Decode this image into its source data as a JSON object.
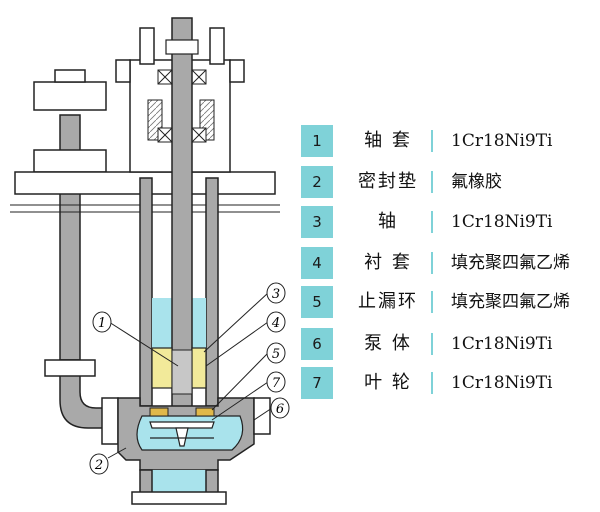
{
  "callouts": [
    "1",
    "2",
    "3",
    "4",
    "5",
    "6",
    "7"
  ],
  "parts": [
    {
      "no": "1",
      "name": "轴  套",
      "material": "1Cr18Ni9Ti",
      "cn": false
    },
    {
      "no": "2",
      "name": "密封垫",
      "material": "氟橡胶",
      "cn": true
    },
    {
      "no": "3",
      "name": "轴",
      "material": "1Cr18Ni9Ti",
      "cn": false
    },
    {
      "no": "4",
      "name": "衬  套",
      "material": "填充聚四氟乙烯",
      "cn": true
    },
    {
      "no": "5",
      "name": "止漏环",
      "material": "填充聚四氟乙烯",
      "cn": true
    },
    {
      "no": "6",
      "name": "泵  体",
      "material": "1Cr18Ni9Ti",
      "cn": false
    },
    {
      "no": "7",
      "name": "叶  轮",
      "material": "1Cr18Ni9Ti",
      "cn": false
    }
  ],
  "colors": {
    "badge": "#7fd2d8",
    "metal": "#a9a9a9",
    "liquid": "#a9e3ec",
    "bushing": "#f2ea9a",
    "seal_ring": "#e0b84a",
    "outline": "#222222"
  }
}
